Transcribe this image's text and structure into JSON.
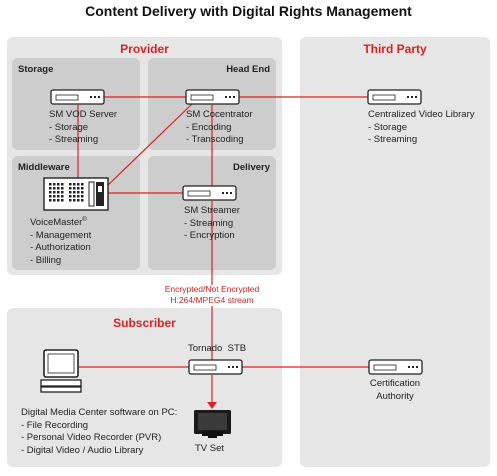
{
  "title": "Content Delivery with Digital Rights Management",
  "provider": {
    "heading": "Provider",
    "storage": {
      "heading": "Storage",
      "device": "SM VOD Server",
      "features": [
        "- Storage",
        "- Streaming"
      ]
    },
    "head_end": {
      "heading": "Head End",
      "device": "SM Cocentrator",
      "features": [
        "- Encoding",
        "- Transcoding"
      ]
    },
    "middleware": {
      "heading": "Middleware",
      "device": "VoiceMaster",
      "device_mark": "®",
      "features": [
        "- Management",
        "- Authorization",
        "- Billing"
      ]
    },
    "delivery": {
      "heading": "Delivery",
      "device": "SM Streamer",
      "features": [
        "- Streaming",
        "- Encryption"
      ]
    }
  },
  "third_party": {
    "heading": "Third Party",
    "library": {
      "device": "Centralized Video Library",
      "features": [
        "- Storage",
        "- Streaming"
      ]
    }
  },
  "stream_note": {
    "line1": "Encrypted/Not Encrypted",
    "line2": "H.264/MPEG4 stream"
  },
  "subscriber": {
    "heading": "Subscriber",
    "stb": "Tornado  STB",
    "tv": "TV Set",
    "pc": {
      "heading": "Digital Media Center software on PC:",
      "features": [
        "- File Recording",
        "- Personal Video Recorder (PVR)",
        "- Digital Video / Audio Library"
      ]
    }
  },
  "certification": {
    "line1": "Certification",
    "line2": "Authority"
  },
  "colors": {
    "accent": "#e02020",
    "panel": "#e6e6e6",
    "box": "#cdcdcd"
  }
}
